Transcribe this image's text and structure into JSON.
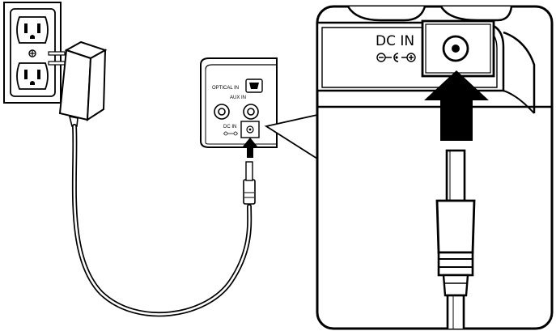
{
  "labels": {
    "optical_in": "OPTICAL IN",
    "aux_in": "AUX IN",
    "dc_in_small": "DC IN",
    "dc_in_large": "DC IN"
  },
  "icons": {
    "wall_outlet": "wall-outlet-icon",
    "power_adapter": "power-adapter-icon",
    "arrow": "arrow-up-icon",
    "polarity": "polarity-symbol-icon"
  },
  "colors": {
    "line": "#000000",
    "background": "#ffffff",
    "shade": "#e6e6e6"
  }
}
